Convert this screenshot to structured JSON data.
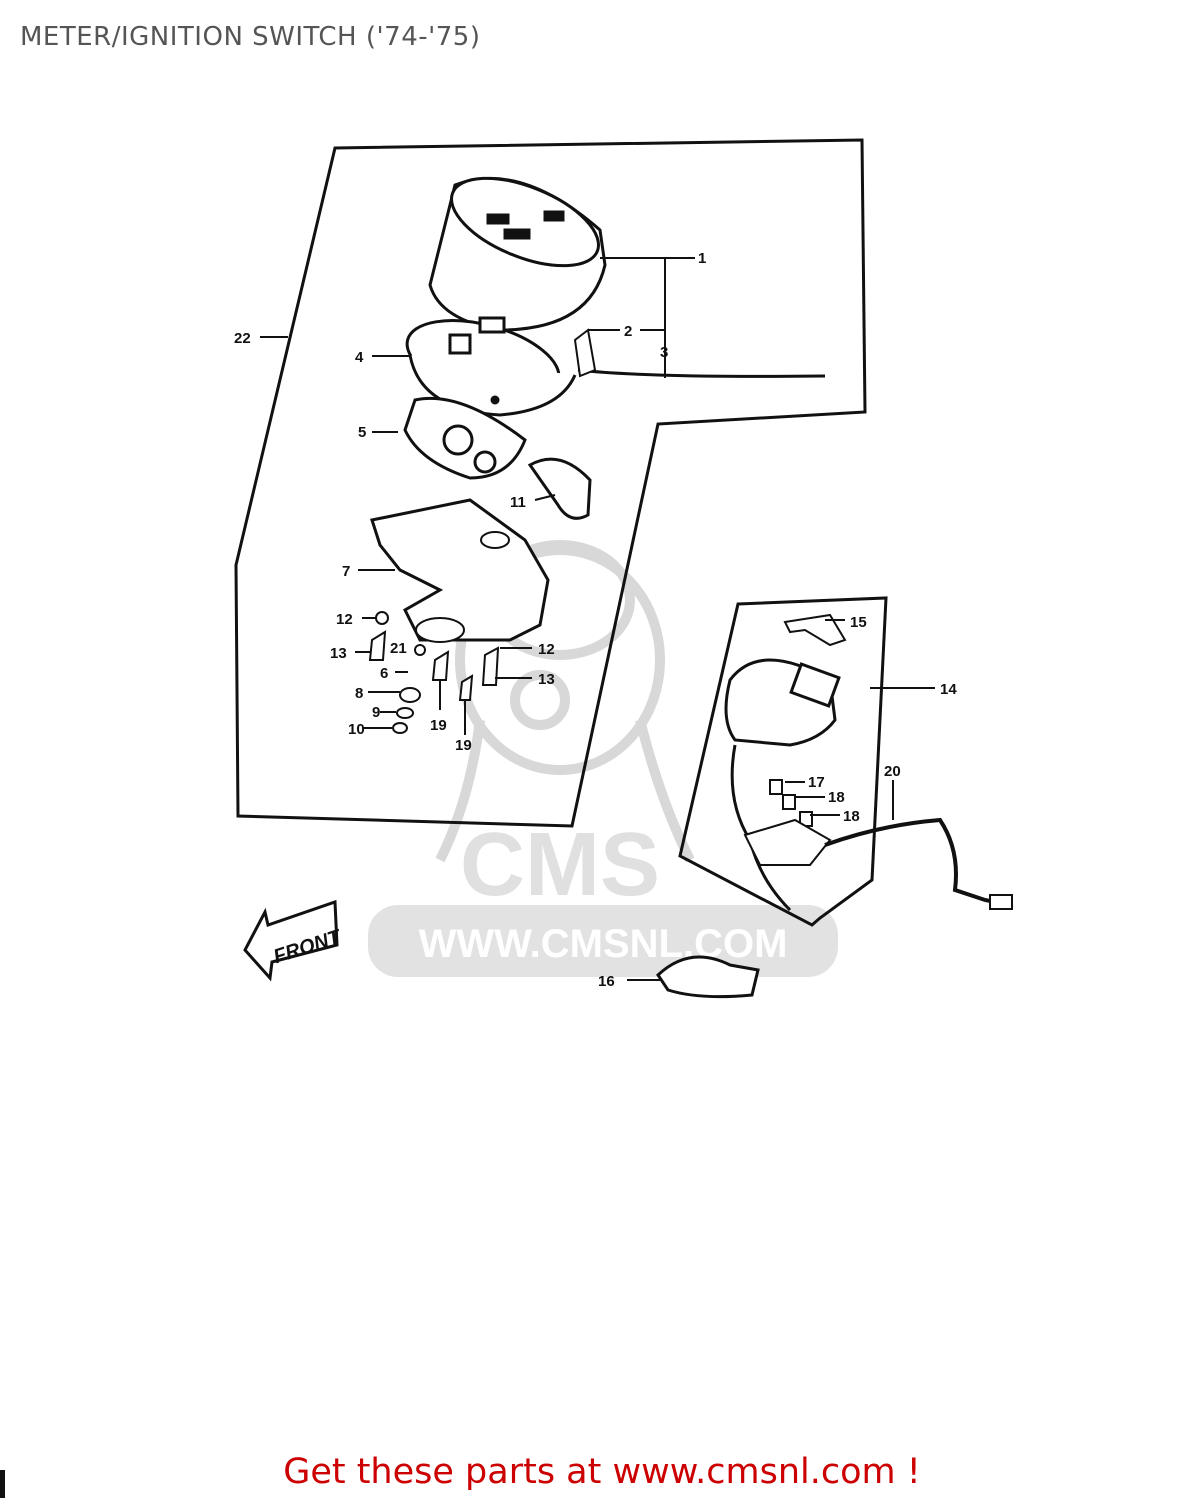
{
  "header": {
    "title": "METER/IGNITION SWITCH ('74-'75)"
  },
  "diagram": {
    "callouts": [
      "1",
      "2",
      "3",
      "4",
      "5",
      "7",
      "11",
      "12",
      "13",
      "21",
      "12",
      "13",
      "6",
      "8",
      "9",
      "10",
      "19",
      "19",
      "22",
      "15",
      "14",
      "17",
      "18",
      "18",
      "20",
      "16"
    ],
    "front_label": "FRONT",
    "watermark": {
      "logo": "CMS",
      "url": "WWW.CMSNL.COM"
    }
  },
  "footer": {
    "link_text": "Get these parts at www.cmsnl.com !",
    "link_color": "#cc0000"
  },
  "colors": {
    "ink": "#111111",
    "watermark": "#d4d4d4",
    "title": "#555555"
  }
}
